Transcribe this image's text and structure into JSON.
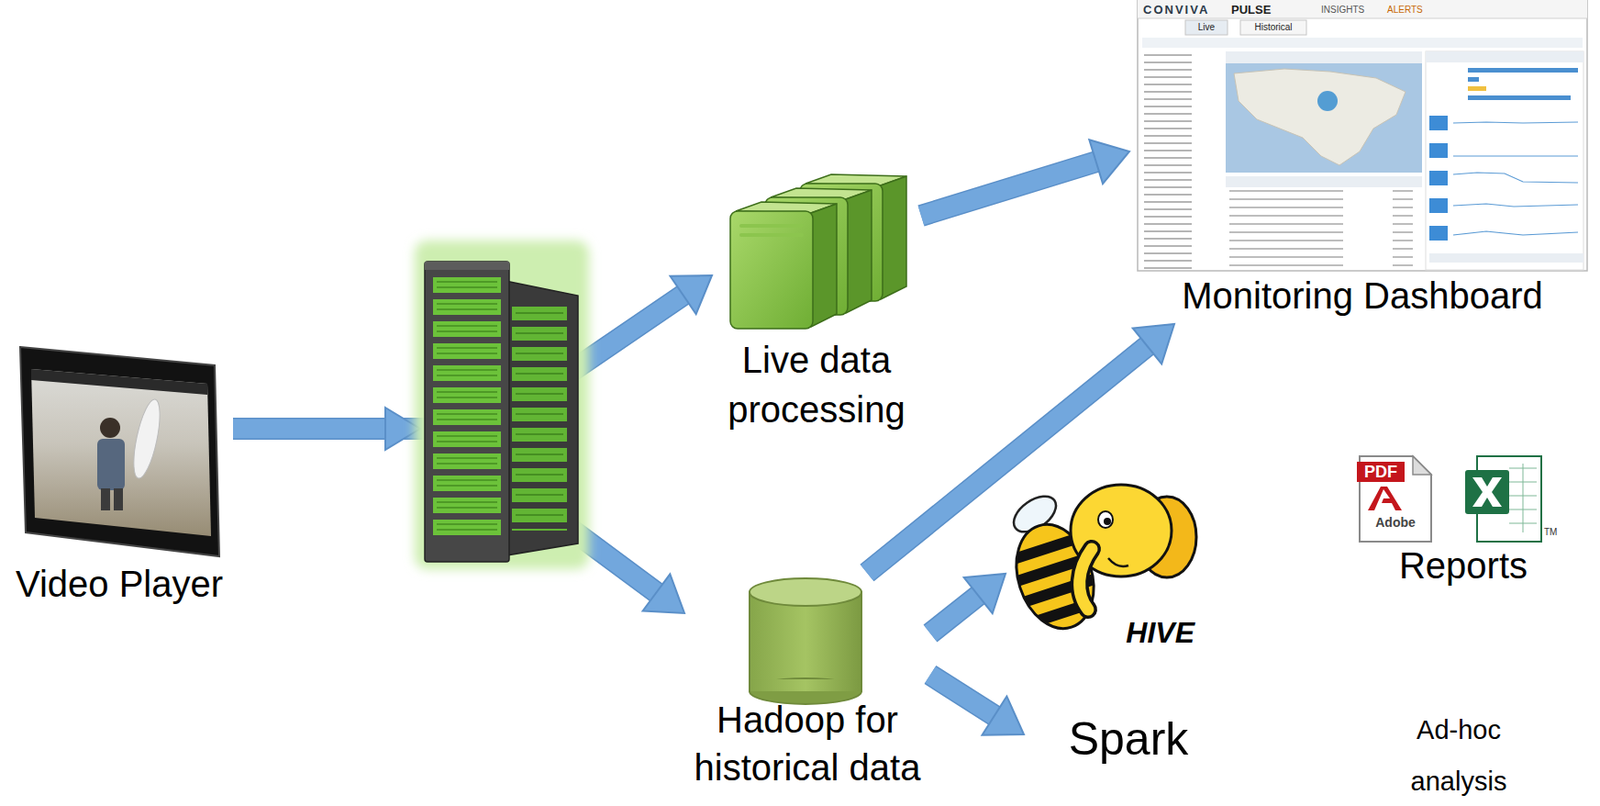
{
  "diagram": {
    "nodes": [
      {
        "text": [
          "Video Player"
        ]
      },
      {
        "text": [
          "Live data processing"
        ]
      },
      {
        "text": [
          "Monitoring Dashboard"
        ]
      },
      {
        "text": [
          "Hadoop for historical data"
        ]
      },
      {
        "text": [
          "HIVE"
        ]
      },
      {
        "text": [
          "Spark"
        ]
      },
      {
        "text": [
          "Reports"
        ]
      }
    ],
    "edges": [
      {
        "from": 0,
        "to": 1,
        "arrow": "to"
      },
      {
        "from": 0,
        "to": 3,
        "arrow": "to"
      },
      {
        "from": 1,
        "to": 2,
        "arrow": "to"
      },
      {
        "from": 3,
        "to": 2,
        "arrow": "to"
      },
      {
        "from": 3,
        "to": 4,
        "arrow": "to"
      },
      {
        "from": 3,
        "to": 5,
        "arrow": "to"
      }
    ],
    "labels": [
      "CONVIVA",
      "PULSE",
      "INSIGHTS",
      "ALERTS",
      "Live",
      "Historical",
      "PDF",
      "Adobe",
      "TM",
      "Ad-hoc analysis"
    ]
  }
}
